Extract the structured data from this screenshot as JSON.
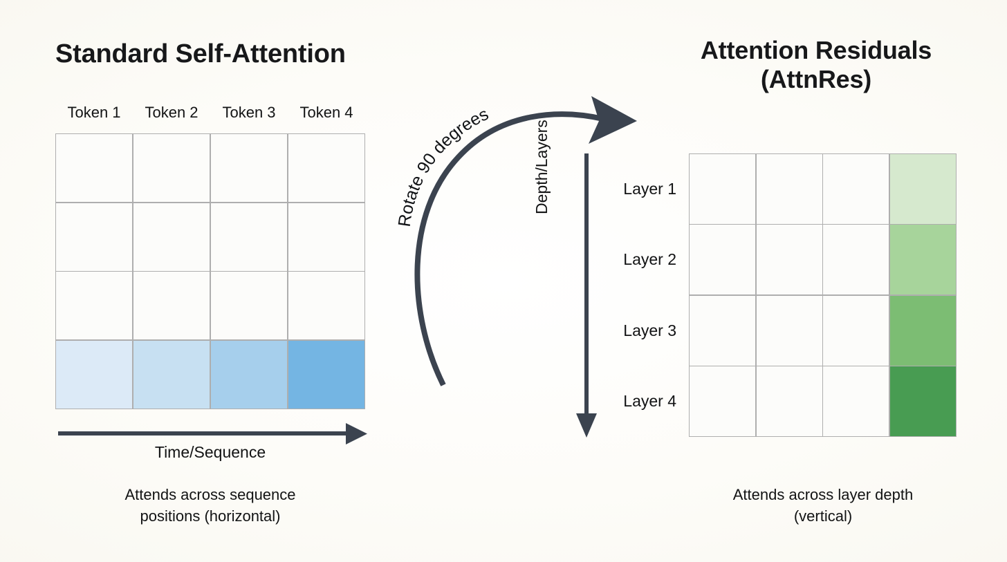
{
  "figure": {
    "background_color": "#faf9f4",
    "accent_arrow_color": "#3b434f",
    "grid_line_color": "#aeaeae",
    "cell_empty_color": "#fcfcfa"
  },
  "left_panel": {
    "title": "Standard Self-Attention",
    "column_labels": [
      "Token 1",
      "Token 2",
      "Token 3",
      "Token 4"
    ],
    "axis_label": "Time/Sequence",
    "caption_lines": [
      "Attends across sequence",
      "positions (horizontal)"
    ],
    "grid": {
      "rows": 4,
      "cols": 4,
      "highlight_row_index": 3,
      "highlight_colors": [
        "#dceaf7",
        "#c7e0f2",
        "#a6cfec",
        "#74b5e3"
      ]
    }
  },
  "right_panel": {
    "title_lines": [
      "Attention Residuals",
      "(AttnRes)"
    ],
    "row_labels": [
      "Layer 1",
      "Layer 2",
      "Layer 3",
      "Layer 4"
    ],
    "axis_label": "Depth/Layers",
    "caption_lines": [
      "Attends across layer depth",
      "(vertical)"
    ],
    "grid": {
      "rows": 4,
      "cols": 4,
      "highlight_col_index": 3,
      "highlight_colors": [
        "#d6e9ce",
        "#a7d49b",
        "#7cbd73",
        "#489c52"
      ]
    }
  },
  "connector": {
    "label": "Rotate 90 degrees",
    "direction": "left-to-right-clockwise-arc"
  }
}
